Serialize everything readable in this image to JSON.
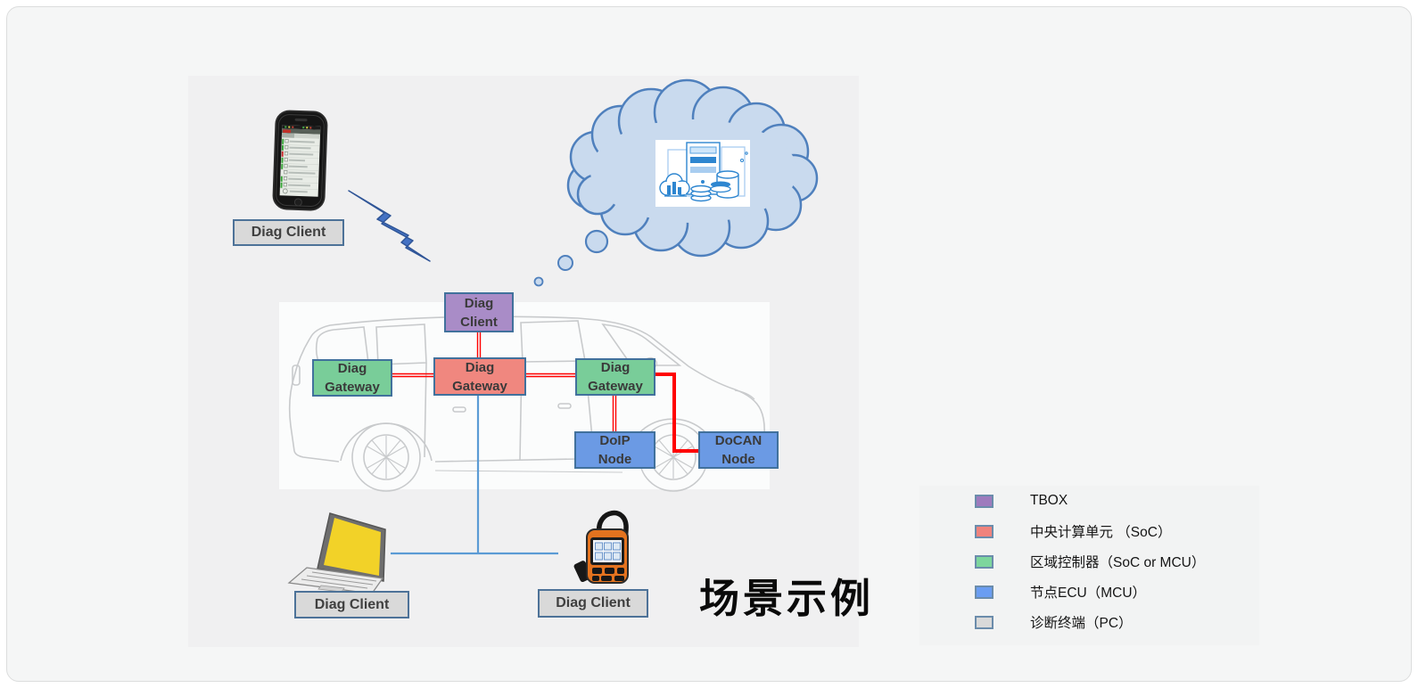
{
  "title": "场景示例",
  "nodes": {
    "tbox": {
      "line1": "Diag",
      "line2": "Client"
    },
    "central": {
      "line1": "Diag",
      "line2": "Gateway"
    },
    "left": {
      "line1": "Diag",
      "line2": "Gateway"
    },
    "right": {
      "line1": "Diag",
      "line2": "Gateway"
    },
    "doip": {
      "line1": "DoIP",
      "line2": "Node"
    },
    "docan": {
      "line1": "DoCAN",
      "line2": "Node"
    }
  },
  "labels": {
    "phone": "Diag Client",
    "laptop": "Diag Client",
    "obd": "Diag Client"
  },
  "legend": {
    "items": [
      {
        "label": "TBOX",
        "color": "#9e7bbd"
      },
      {
        "label": "中央计算单元 （SoC）",
        "color": "#f0837d"
      },
      {
        "label": "区域控制器（SoC or MCU）",
        "color": "#7dd69d"
      },
      {
        "label": "节点ECU（MCU）",
        "color": "#6a9df2"
      },
      {
        "label": "诊断终端（PC）",
        "color": "#d9d9d9"
      }
    ]
  },
  "colors": {
    "box_border": "#41719c",
    "tbox_fill": "#a98cc7",
    "central_gateway_fill": "#f0877f",
    "zone_gateway_fill": "#79cd99",
    "ecu_node_fill": "#6b9ae4",
    "label_fill": "#d9d9d9",
    "red_link": "#ff0000",
    "blue_link": "#5b9bd5",
    "cloud_fill": "#c9daee",
    "cloud_stroke": "#4f80bd",
    "bolt_fill": "#4472c4"
  }
}
